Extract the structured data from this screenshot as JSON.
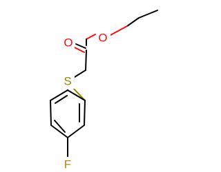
{
  "molecule": {
    "atoms": {
      "oxygen_carbonyl": "O",
      "oxygen_ester": "O",
      "sulfur": "S",
      "fluorine": "F"
    },
    "colors": {
      "bond": "#000000",
      "oxygen": "#ff0d0d",
      "sulfur": "#8b8b00",
      "fluorine": "#b8860b"
    }
  }
}
